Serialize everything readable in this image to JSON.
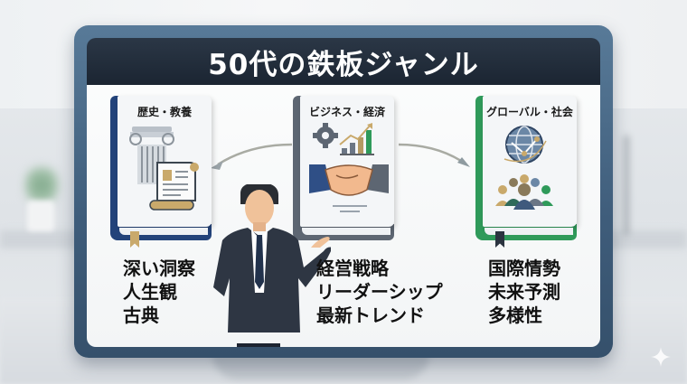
{
  "title": "50代の鉄板ジャンル",
  "books": [
    {
      "id": "history",
      "label": "歴史・教養",
      "spine_color": "#23437a",
      "icons": [
        "ionic-column-icon",
        "scroll-icon"
      ],
      "items": [
        "深い洞察",
        "人生観",
        "古典"
      ]
    },
    {
      "id": "business",
      "label": "ビジネス・経済",
      "spine_color": "#5d6672",
      "icons": [
        "gear-icon",
        "growth-chart-icon",
        "handshake-icon"
      ],
      "items": [
        "経営戦略",
        "リーダーシップ",
        "最新トレンド"
      ]
    },
    {
      "id": "global",
      "label": "グローバル・社会",
      "spine_color": "#2f9a5a",
      "icons": [
        "globe-network-icon",
        "people-group-icon"
      ],
      "items": [
        "国際情勢",
        "未来予測",
        "多様性"
      ]
    }
  ],
  "presenter": "businessman-presenting-illustration",
  "colors": {
    "frame": "#3e5c7a",
    "title_bar": "#1f2a38",
    "panel": "#f7f8f9"
  }
}
